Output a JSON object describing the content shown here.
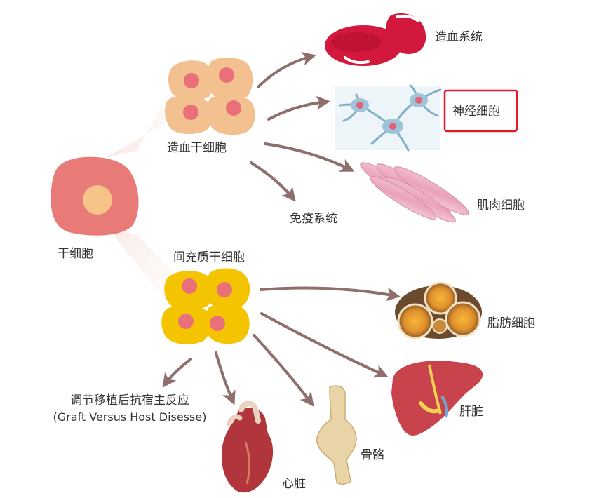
{
  "nodes": {
    "stem_cell": "干细胞",
    "hsc": "造血干细胞",
    "msc": "间充质干细胞"
  },
  "hsc_outputs": {
    "hematopoietic": "造血系统",
    "neuron": "神经细胞",
    "muscle": "肌肉细胞",
    "immune": "免疫系统"
  },
  "msc_outputs": {
    "fat": "脂肪细胞",
    "liver": "肝脏",
    "bone": "骨骼",
    "heart": "心脏",
    "gvhd_cn": "调节移植后抗宿主反应",
    "gvhd_en": "(Graft Versus Host Disesse)"
  },
  "highlight": "神经细胞",
  "colors": {
    "arrow": "#8f6e6e",
    "stem": "#e87b77",
    "hsc": "#f3c08f",
    "msc": "#f5c400",
    "nucleus": "#e96f78",
    "highlight": "#e0182a"
  }
}
